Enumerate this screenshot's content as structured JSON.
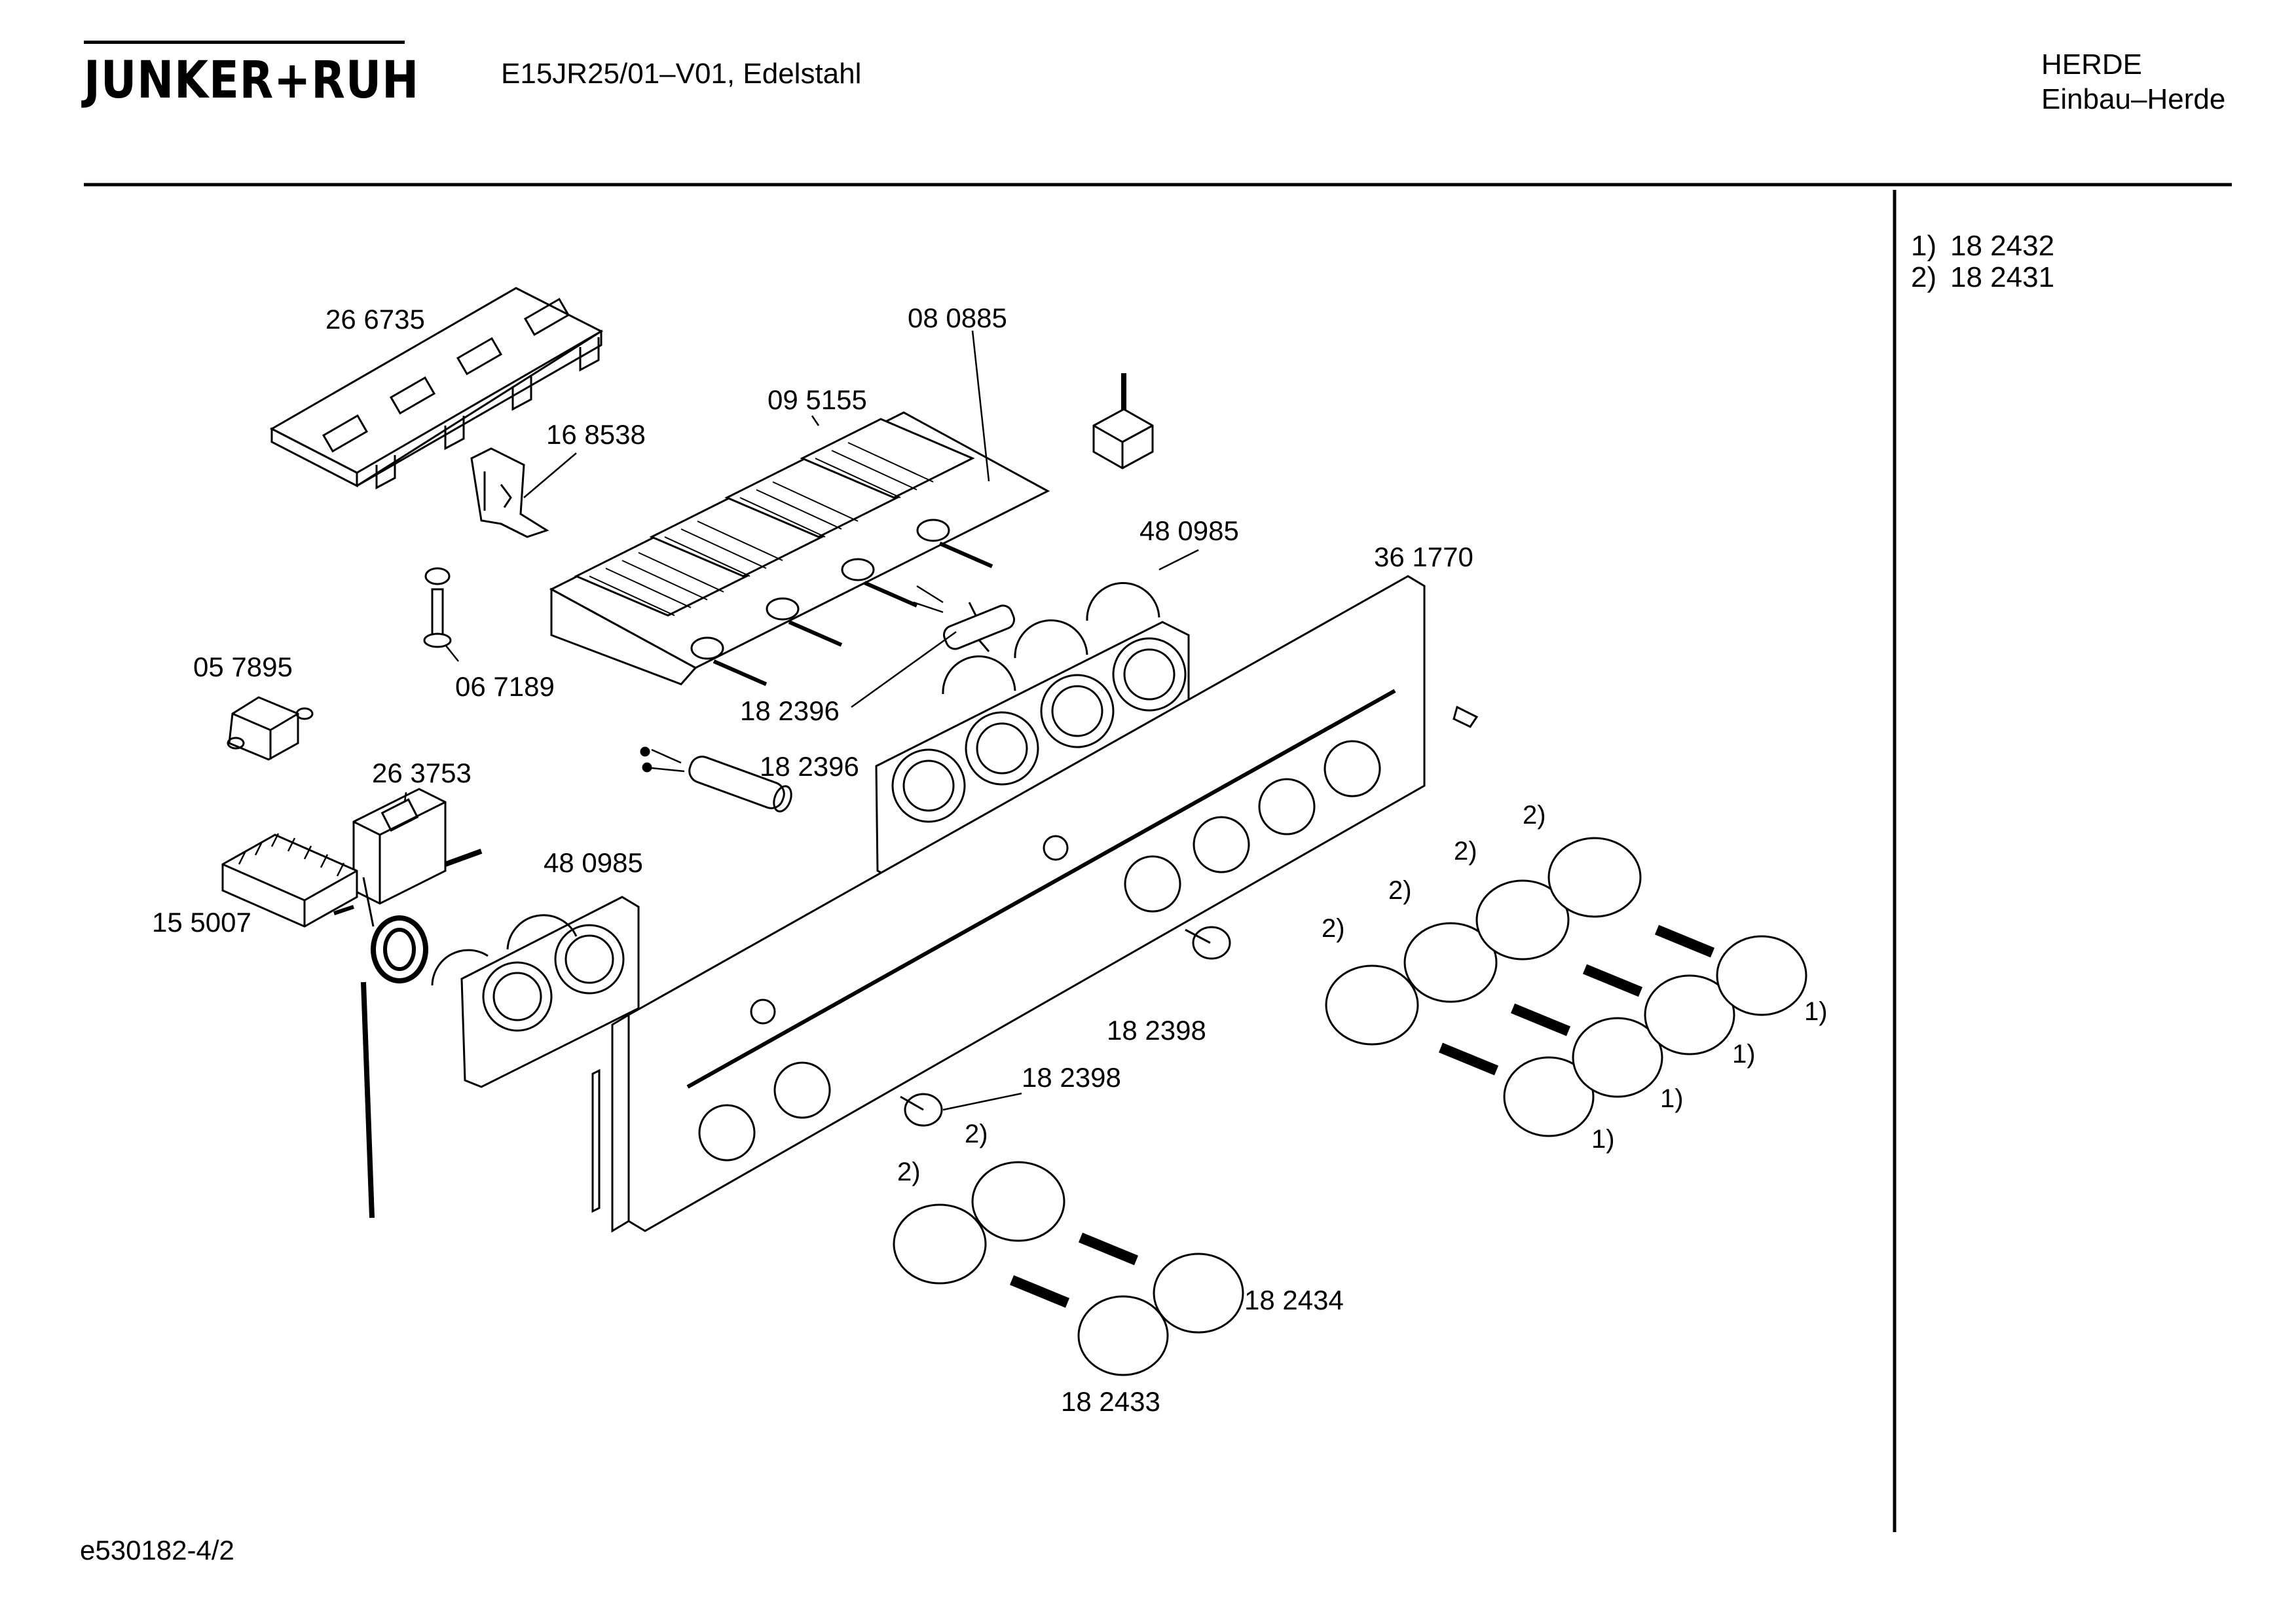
{
  "header": {
    "brand": "JUNKER+RUH",
    "model": "E15JR25/01–V01, Edelstahl",
    "category": "HERDE",
    "subcategory": "Einbau–Herde"
  },
  "legend": [
    {
      "key": "1)",
      "part": "18 2432"
    },
    {
      "key": "2)",
      "part": "18 2431"
    }
  ],
  "parts": {
    "p266735": "26 6735",
    "p080885": "08 0885",
    "p095155": "09 5155",
    "p168538": "16 8538",
    "p480985_top": "48 0985",
    "p361770": "36 1770",
    "p057895": "05 7895",
    "p067189": "06 7189",
    "p182396_a": "18 2396",
    "p182396_b": "18 2396",
    "p263753": "26 3753",
    "p480985_left": "48 0985",
    "p155007": "15 5007",
    "p182398_a": "18 2398",
    "p182398_b": "18 2398",
    "p182434": "18 2434",
    "p182433": "18 2433"
  },
  "callouts": {
    "c2_a": "2)",
    "c2_b": "2)",
    "c2_c": "2)",
    "c2_d": "2)",
    "c2_e": "2)",
    "c2_f": "2)",
    "c1_a": "1)",
    "c1_b": "1)",
    "c1_c": "1)",
    "c1_d": "1)"
  },
  "footer": {
    "doc_ref": "e530182-4/2"
  }
}
